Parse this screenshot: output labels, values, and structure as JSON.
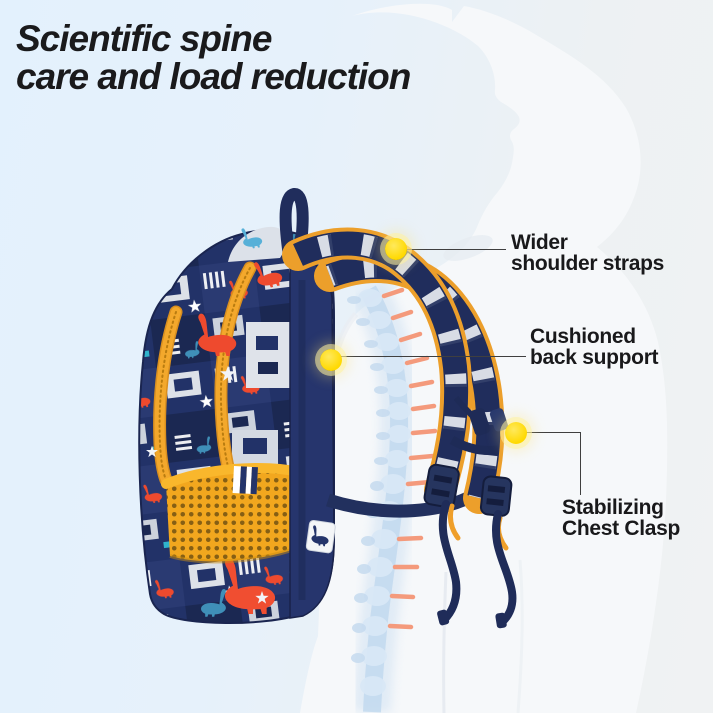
{
  "title": {
    "line1": "Scientific spine",
    "line2": "care and load reduction"
  },
  "callouts": [
    {
      "id": "wider-shoulder-straps",
      "label_line1": "Wider",
      "label_line2": "shoulder straps"
    },
    {
      "id": "cushioned-back-support",
      "label_line1": "Cushioned",
      "label_line2": "back support"
    },
    {
      "id": "stabilizing-chest-clasp",
      "label_line1": "Stabilizing",
      "label_line2": "Chest Clasp"
    }
  ],
  "icons": [
    "highlight-dot-shoulder-strap",
    "highlight-dot-back-support",
    "highlight-dot-chest-clasp"
  ],
  "colors": {
    "background_left": "#e3f1fd",
    "background_right": "#f0f2f3",
    "highlight_yellow": "#ffd900",
    "strap_navy": "#202d5c",
    "zipper_orange": "#f3a82c",
    "mesh_pocket_yellow": "#f2a71e",
    "dinosaur_red": "#ee4a2e",
    "dinosaur_teal": "#3f8fb8",
    "spine_blue": "#bed7ee",
    "spine_marker_salmon": "#f49a7c",
    "mannequin_white": "#f6f8fa",
    "title_text": "#1a1a1c",
    "callout_text": "#19191b",
    "callout_line": "#3f3f3f"
  }
}
